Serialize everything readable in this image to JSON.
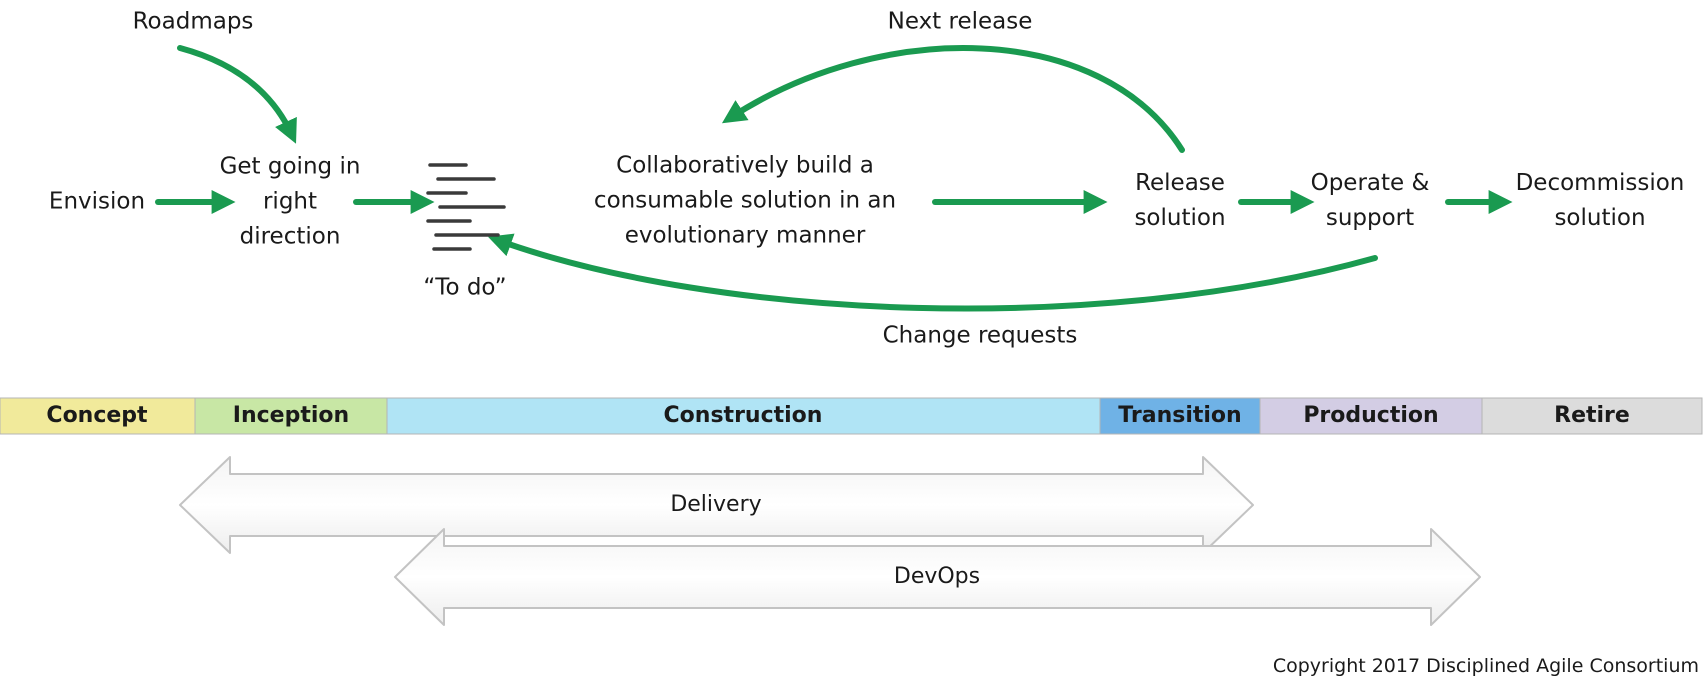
{
  "labels": {
    "roadmaps": "Roadmaps",
    "next_release": "Next release",
    "envision": "Envision",
    "get_going": "Get going in\nright\ndirection",
    "to_do": "“To do”",
    "collaborate": "Collaboratively build a\nconsumable solution in an\nevolutionary manner",
    "release": "Release\nsolution",
    "operate": "Operate &\nsupport",
    "decommission": "Decommission\nsolution",
    "change_requests": "Change requests"
  },
  "phases": [
    {
      "label": "Concept",
      "color": "#f1ea9b"
    },
    {
      "label": "Inception",
      "color": "#c8e7a5"
    },
    {
      "label": "Construction",
      "color": "#b0e4f5"
    },
    {
      "label": "Transition",
      "color": "#6fb2e6"
    },
    {
      "label": "Production",
      "color": "#d3cde4"
    },
    {
      "label": "Retire",
      "color": "#dcdcdc"
    }
  ],
  "bands": {
    "delivery": "Delivery",
    "devops": "DevOps"
  },
  "copyright": "Copyright 2017 Disciplined Agile Consortium",
  "colors": {
    "arrow": "#1a9a50",
    "band_fill": "#fafafa",
    "band_stroke": "#c3c3c3"
  }
}
